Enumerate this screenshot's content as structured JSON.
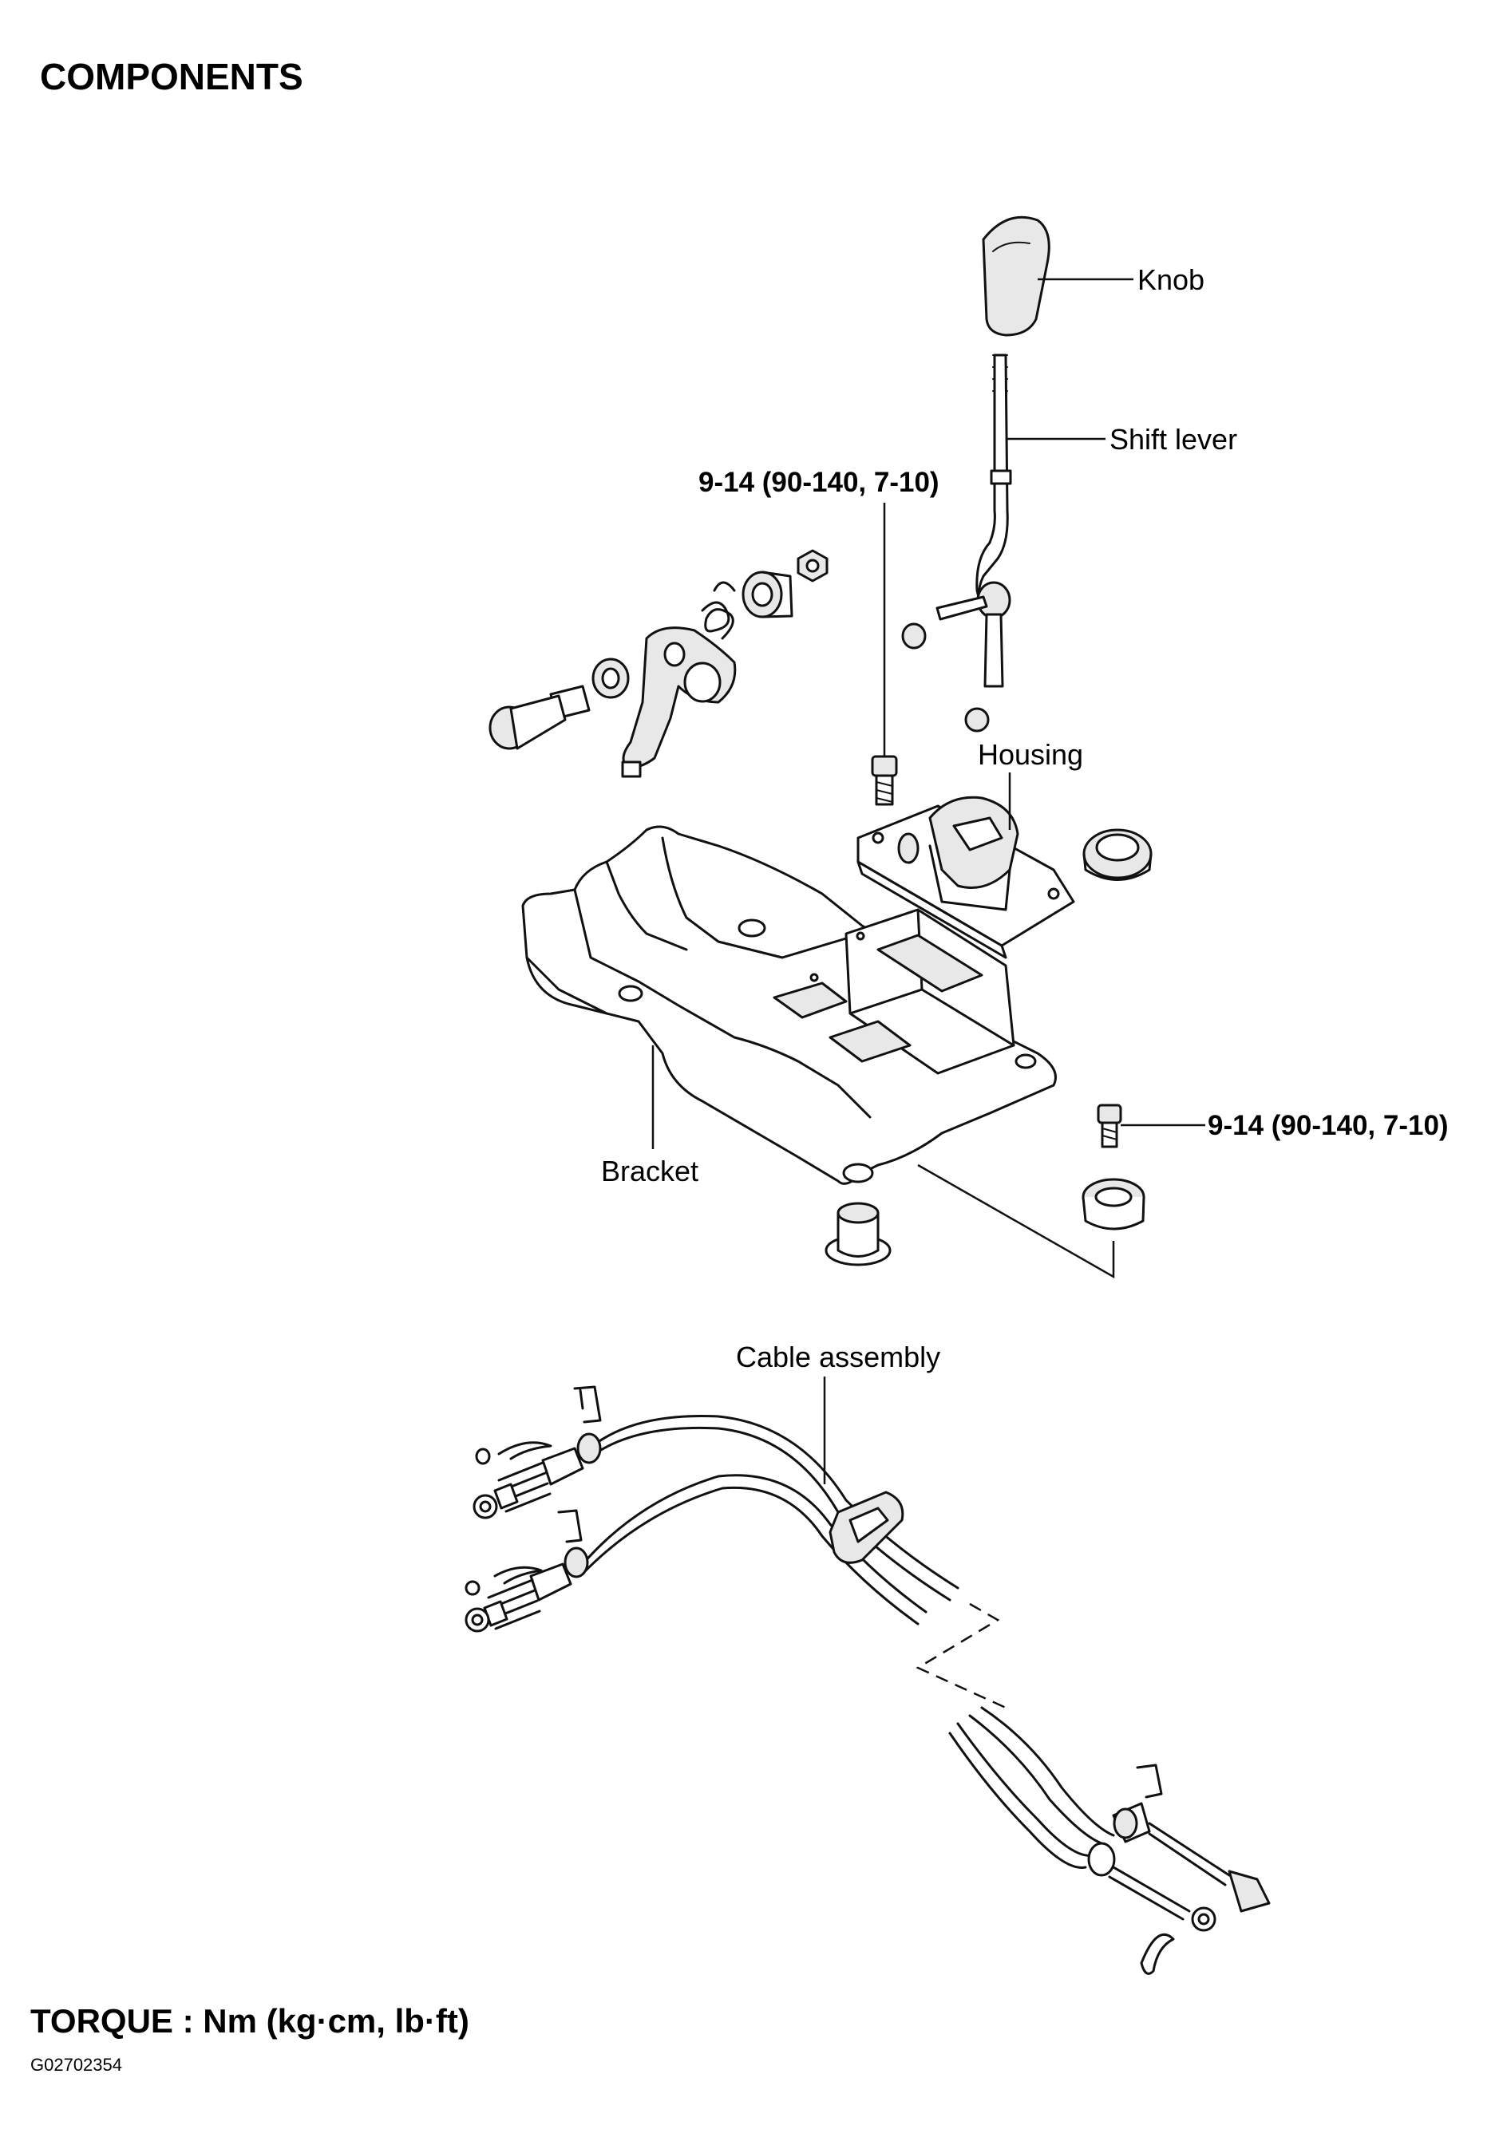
{
  "heading": "COMPONENTS",
  "labels": {
    "knob": "Knob",
    "shift_lever": "Shift lever",
    "torque_upper": "9-14 (90-140, 7-10)",
    "housing": "Housing",
    "bracket": "Bracket",
    "torque_lower": "9-14 (90-140, 7-10)",
    "cable_assembly": "Cable assembly"
  },
  "footer": {
    "torque_units": "TORQUE : Nm (kg·cm, lb·ft)",
    "figure_code": "G02702354"
  }
}
